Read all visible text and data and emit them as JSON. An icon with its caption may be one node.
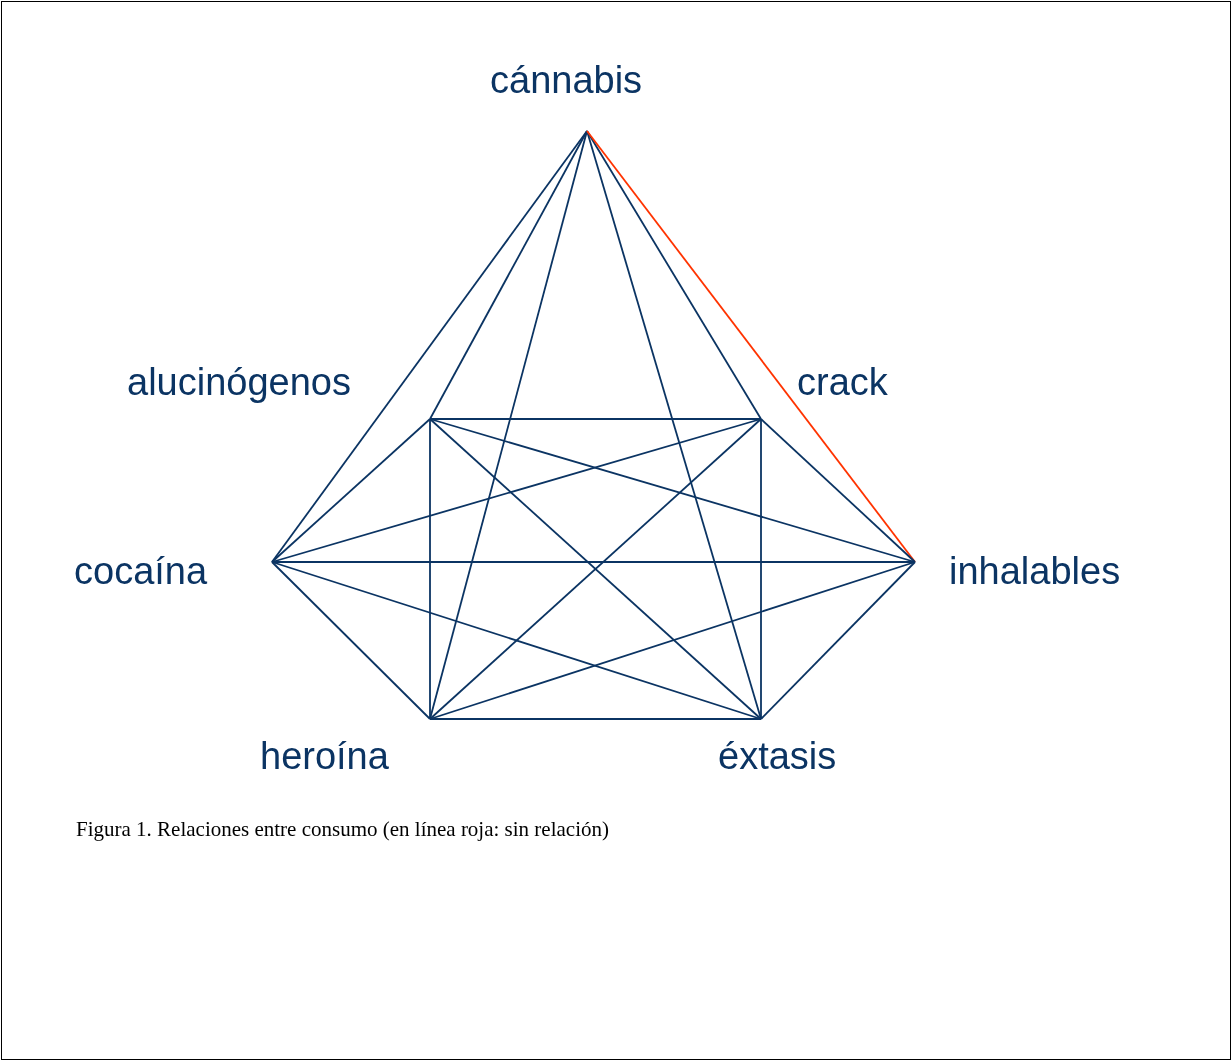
{
  "diagram": {
    "nodes": [
      {
        "text": [
          "cánnabis"
        ]
      },
      {
        "text": [
          "alucinógenos"
        ]
      },
      {
        "text": [
          "crack"
        ]
      },
      {
        "text": [
          "cocaína"
        ]
      },
      {
        "text": [
          "inhalables"
        ]
      },
      {
        "text": [
          "heroína"
        ]
      },
      {
        "text": [
          "éxtasis"
        ]
      }
    ],
    "edges": [
      {
        "from": 0,
        "to": 3,
        "arrow": "none"
      },
      {
        "from": 0,
        "to": 1,
        "arrow": "none"
      },
      {
        "from": 0,
        "to": 5,
        "arrow": "none"
      },
      {
        "from": 0,
        "to": 6,
        "arrow": "none"
      },
      {
        "from": 0,
        "to": 2,
        "arrow": "none"
      },
      {
        "from": 0,
        "to": 4,
        "arrow": "none",
        "color": "#ff3300"
      },
      {
        "from": 1,
        "to": 2,
        "arrow": "none"
      },
      {
        "from": 1,
        "to": 3,
        "arrow": "none"
      },
      {
        "from": 1,
        "to": 5,
        "arrow": "none"
      },
      {
        "from": 1,
        "to": 6,
        "arrow": "none"
      },
      {
        "from": 1,
        "to": 4,
        "arrow": "none"
      },
      {
        "from": 2,
        "to": 3,
        "arrow": "none"
      },
      {
        "from": 2,
        "to": 5,
        "arrow": "none"
      },
      {
        "from": 2,
        "to": 6,
        "arrow": "none"
      },
      {
        "from": 2,
        "to": 4,
        "arrow": "none"
      },
      {
        "from": 3,
        "to": 4,
        "arrow": "none"
      },
      {
        "from": 3,
        "to": 5,
        "arrow": "none"
      },
      {
        "from": 3,
        "to": 6,
        "arrow": "none"
      },
      {
        "from": 4,
        "to": 5,
        "arrow": "none"
      },
      {
        "from": 4,
        "to": 6,
        "arrow": "none"
      },
      {
        "from": 5,
        "to": 6,
        "arrow": "none"
      }
    ],
    "caption": "Figura 1. Relaciones entre consumo (en línea roja: sin relación)"
  }
}
